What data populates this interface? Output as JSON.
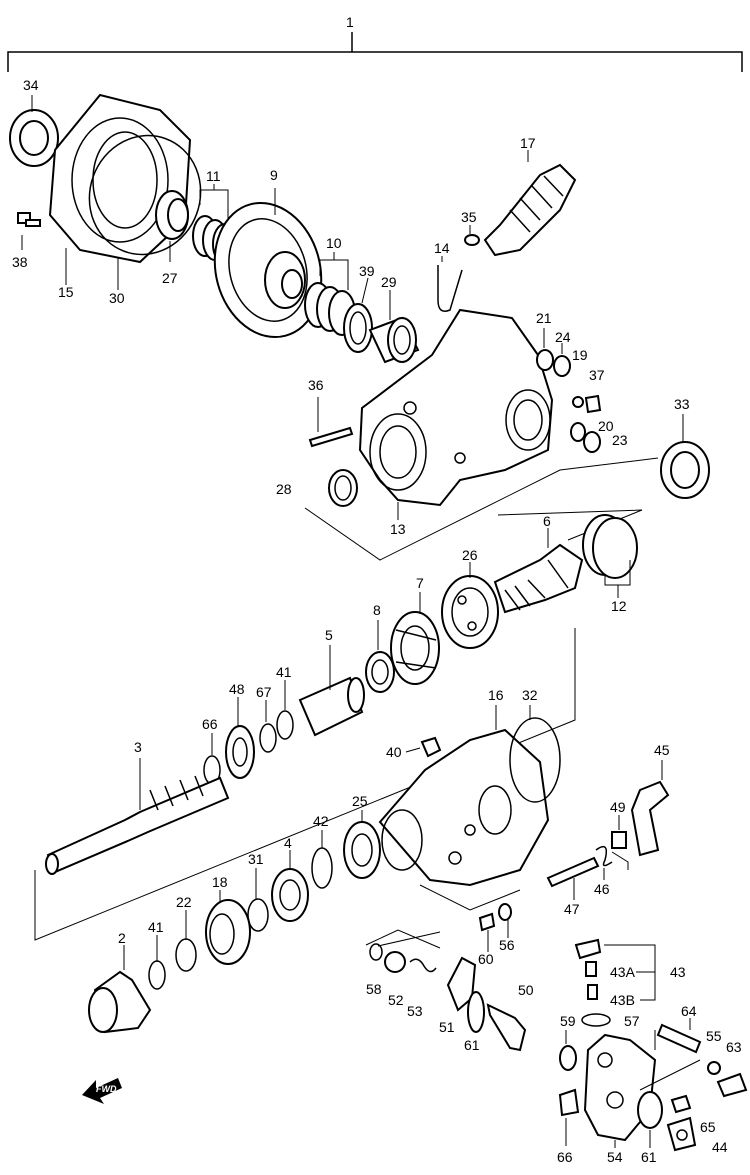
{
  "callouts": {
    "p1": "1",
    "p2": "2",
    "p3": "3",
    "p4": "4",
    "p5": "5",
    "p6": "6",
    "p7": "7",
    "p8": "8",
    "p9": "9",
    "p10": "10",
    "p11": "11",
    "p12": "12",
    "p13": "13",
    "p14": "14",
    "p15": "15",
    "p16": "16",
    "p17": "17",
    "p18": "18",
    "p19": "19",
    "p20": "20",
    "p21": "21",
    "p22": "22",
    "p23": "23",
    "p24": "24",
    "p25": "25",
    "p26": "26",
    "p27": "27",
    "p28": "28",
    "p29": "29",
    "p30": "30",
    "p31": "31",
    "p32": "32",
    "p33": "33",
    "p34": "34",
    "p35": "35",
    "p36": "36",
    "p37": "37",
    "p38": "38",
    "p39": "39",
    "p40": "40",
    "p41a": "41",
    "p41b": "41",
    "p42": "42",
    "p43": "43",
    "p43a": "43A",
    "p43b": "43B",
    "p44": "44",
    "p45": "45",
    "p46": "46",
    "p47": "47",
    "p48": "48",
    "p49": "49",
    "p50": "50",
    "p51": "51",
    "p52": "52",
    "p53": "53",
    "p54": "54",
    "p55": "55",
    "p56": "56",
    "p57": "57",
    "p58": "58",
    "p59": "59",
    "p60": "60",
    "p61a": "61",
    "p61b": "61",
    "p63": "63",
    "p64": "64",
    "p65": "65",
    "p66a": "66",
    "p66b": "66",
    "p67": "67"
  },
  "fwd_badge": "FWD"
}
